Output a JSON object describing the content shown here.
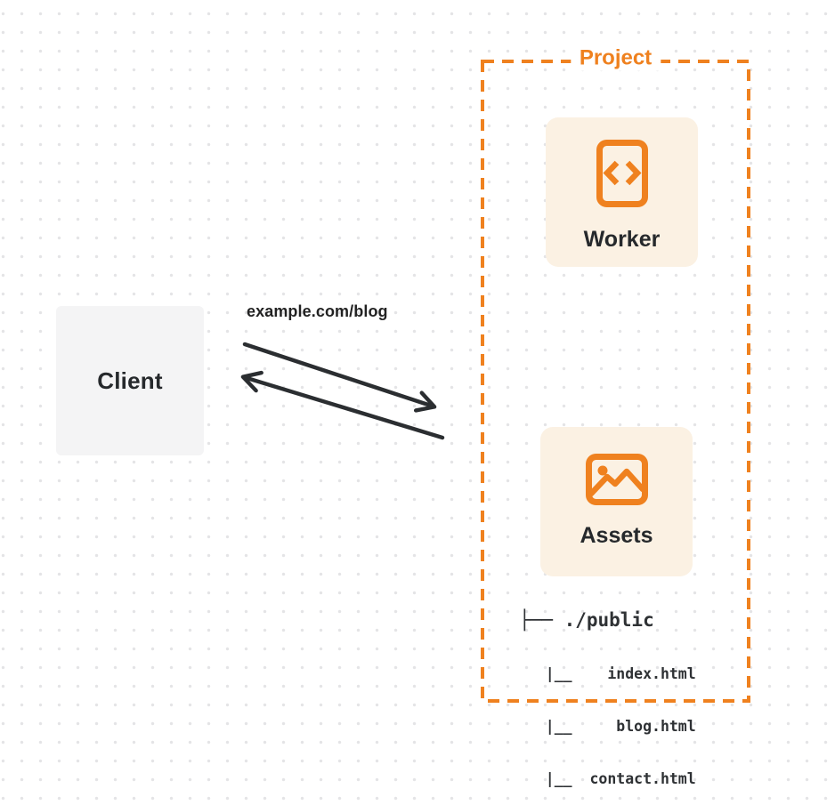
{
  "client": {
    "label": "Client"
  },
  "request": {
    "url_label": "example.com/blog"
  },
  "project": {
    "label": "Project",
    "worker": {
      "label": "Worker",
      "icon": "code-file-icon"
    },
    "assets": {
      "label": "Assets",
      "icon": "image-icon"
    },
    "file_tree": {
      "root_line": "├── ./public",
      "file_lines": [
        "   |__    index.html",
        "   |__     blog.html",
        "   |__  contact.html"
      ]
    }
  },
  "colors": {
    "accent": "#ef811f",
    "card-bg": "#fbf1e3",
    "client-bg": "#f4f4f5",
    "ink": "#26292c",
    "arrow": "#2b2e31"
  }
}
